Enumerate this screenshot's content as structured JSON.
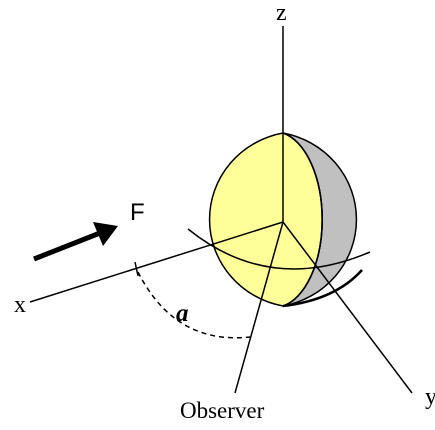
{
  "labels": {
    "z_axis": "z",
    "x_axis": "x",
    "y_axis": "y",
    "force": "F",
    "angle": "a",
    "observer": "Observer"
  },
  "colors": {
    "sphere_lit": "#ffff99",
    "sphere_shadow": "#c0c0c0",
    "stroke": "#000000",
    "background": "#ffffff"
  }
}
